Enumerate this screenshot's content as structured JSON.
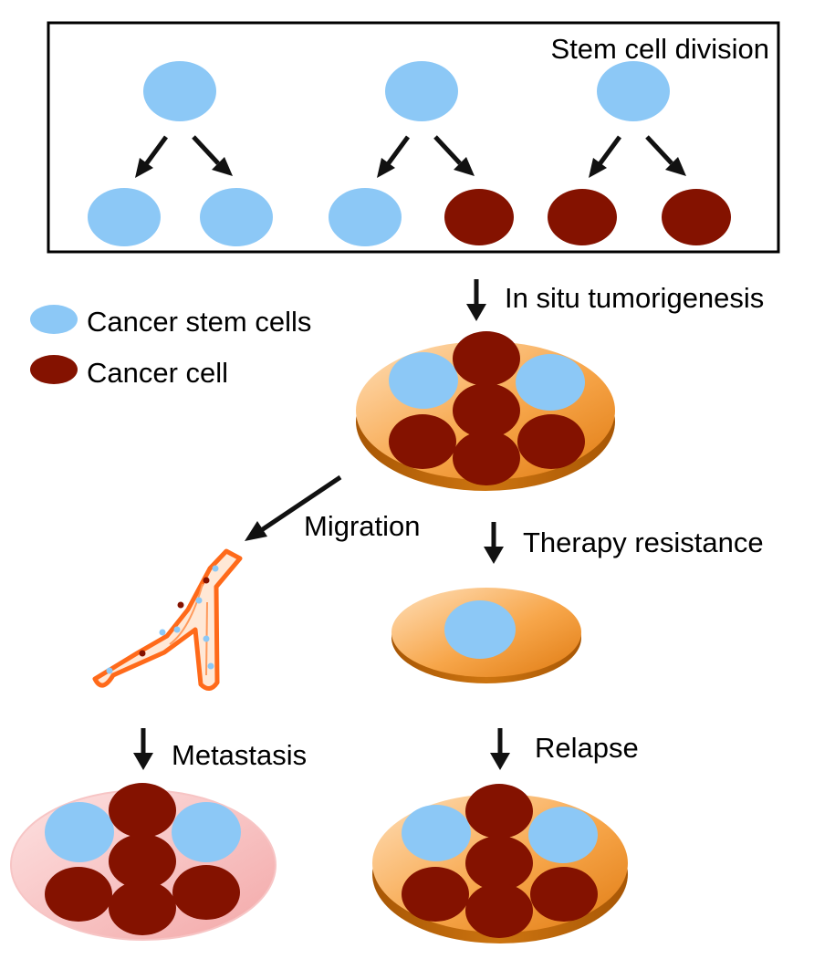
{
  "box": {
    "title": "Stem cell division"
  },
  "steps": {
    "in_situ": "In situ tumorigenesis",
    "migration": "Migration",
    "therapy": "Therapy resistance",
    "metastasis": "Metastasis",
    "relapse": "Relapse"
  },
  "legend": {
    "items": [
      {
        "label": "Cancer stem cells",
        "cell": "cancer-stem-cell"
      },
      {
        "label": "Cancer cell",
        "cell": "cancer-cell"
      }
    ]
  },
  "colors": {
    "cancer_stem_cell": "#8cc8f6",
    "cancer_cell": "#841200",
    "tumor_dish": "#f7a64a",
    "metastasis_dish": "#f5b3b3",
    "vessel_outline": "#ff6a1a",
    "vessel_fill": "#ffe8d6",
    "arrow": "#111111",
    "frame": "#000000"
  },
  "division_patterns": [
    {
      "parent": "cancer-stem-cell",
      "daughters": [
        "cancer-stem-cell",
        "cancer-stem-cell"
      ]
    },
    {
      "parent": "cancer-stem-cell",
      "daughters": [
        "cancer-stem-cell",
        "cancer-cell"
      ]
    },
    {
      "parent": "cancer-stem-cell",
      "daughters": [
        "cancer-cell",
        "cancer-cell"
      ]
    }
  ]
}
